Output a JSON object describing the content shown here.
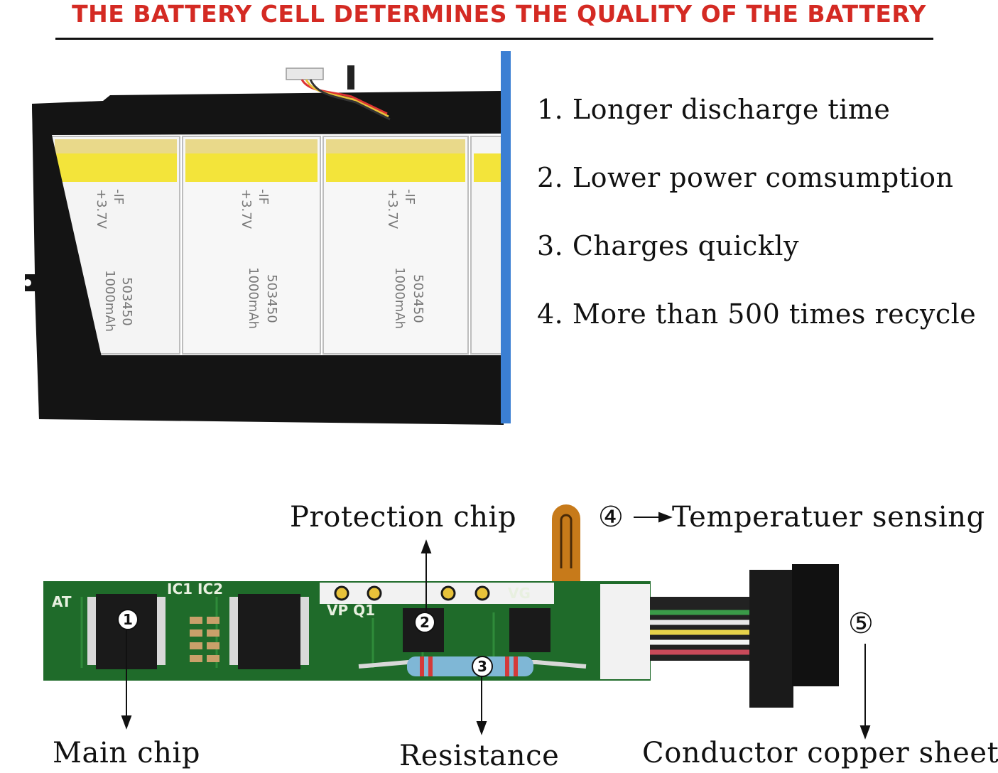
{
  "headline": "THE BATTERY CELL DETERMINES THE QUALITY OF THE BATTERY",
  "features": [
    "1. Longer discharge time",
    "2. Lower power comsumption",
    "3. Charges quickly",
    "4. More than 500 times recycle"
  ],
  "cell_labels": {
    "minus": "-IF",
    "voltage": "+3.7V",
    "model": "503450",
    "capacity": "1000mAh"
  },
  "pcb": {
    "silk_ic": "IC1 IC2",
    "silk_at": "AT",
    "silk_vp": "VP Q1",
    "silk_vg": "VG"
  },
  "callouts": {
    "protection_chip": "Protection chip",
    "temperature": "Temperatuer sensing",
    "temperature_num": "④",
    "conductor_num": "⑤",
    "main_chip": "Main chip",
    "resistance": "Resistance",
    "conductor": "Conductor copper sheet"
  },
  "markers": [
    "1",
    "2",
    "3"
  ],
  "colors": {
    "headline": "#d42a23",
    "pcb_green": "#1f6b2a",
    "case_black": "#141414",
    "cell_yellow": "#f3e43a",
    "accent_blue": "#3b7fd3"
  }
}
